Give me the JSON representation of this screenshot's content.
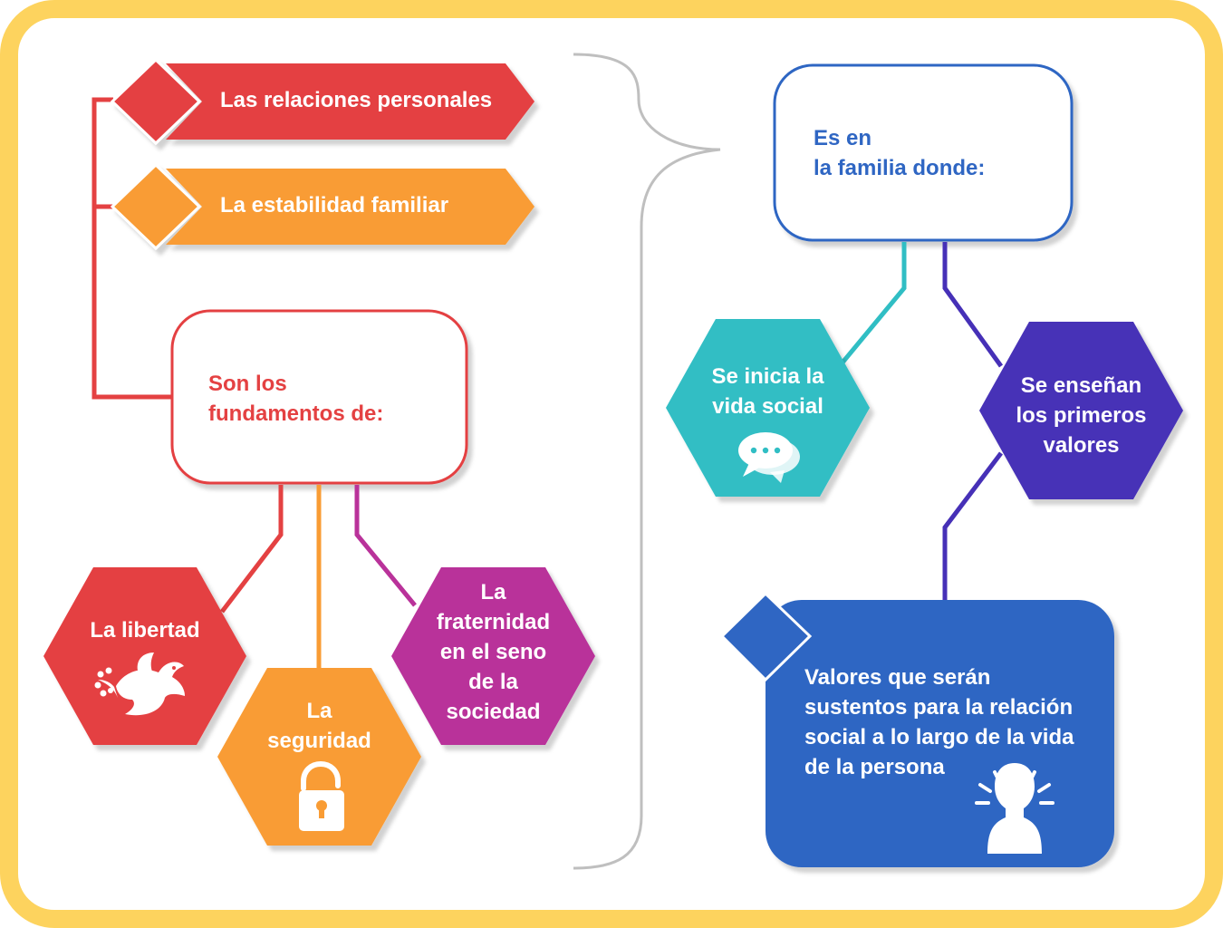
{
  "colors": {
    "frame": "#fdd35e",
    "red": "#e44142",
    "orange": "#f99c34",
    "purple": "#b9329a",
    "teal": "#30bec4",
    "indigo": "#4630b7",
    "blue": "#2f66c3",
    "bracket": "#bfbfbf"
  },
  "left": {
    "banners": [
      {
        "label": "Las relaciones personales"
      },
      {
        "label": "La estabilidad familiar"
      }
    ],
    "box_label": "Son los\nfundamentos de:",
    "hexes": [
      {
        "label": "La libertad",
        "icon": "dove-icon"
      },
      {
        "label": "La\nseguridad",
        "icon": "padlock-icon"
      },
      {
        "label": "La\nfraternidad\nen el seno\nde la\nsociedad"
      }
    ]
  },
  "right": {
    "box_label": "Es en\nla familia donde:",
    "hexes": [
      {
        "label": "Se inicia la\nvida social",
        "icon": "speech-bubbles-icon"
      },
      {
        "label": "Se enseñan\nlos primeros\nvalores"
      }
    ],
    "values_label": "Valores que serán\nsustentos para la relación\nsocial a lo largo de la vida\nde la persona",
    "values_icon": "person-idea-icon"
  }
}
